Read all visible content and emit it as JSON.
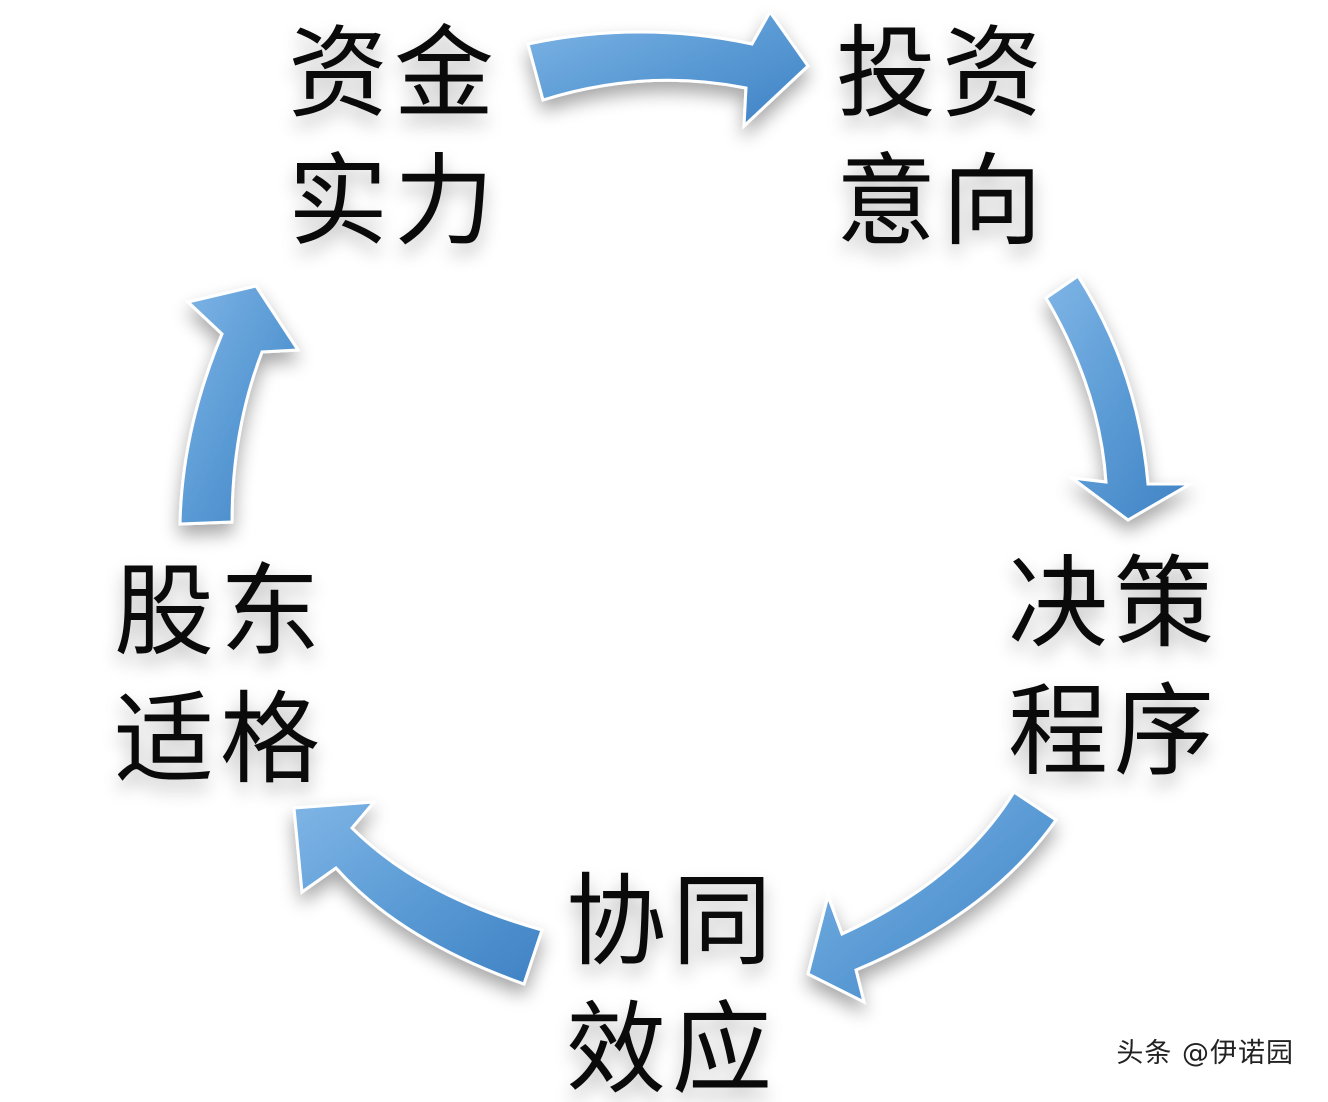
{
  "diagram": {
    "nodes": [
      {
        "line1": "资金",
        "line2": "实力"
      },
      {
        "line1": "投资",
        "line2": "意向"
      },
      {
        "line1": "决策",
        "line2": "程序"
      },
      {
        "line1": "协同",
        "line2": "效应"
      },
      {
        "line1": "股东",
        "line2": "适格"
      }
    ],
    "arrow_color": "#5b9bd5",
    "arrow_edge_color": "#2f6fa8",
    "text_color": "#0a0a0a"
  },
  "watermark": "头条 @伊诺园"
}
